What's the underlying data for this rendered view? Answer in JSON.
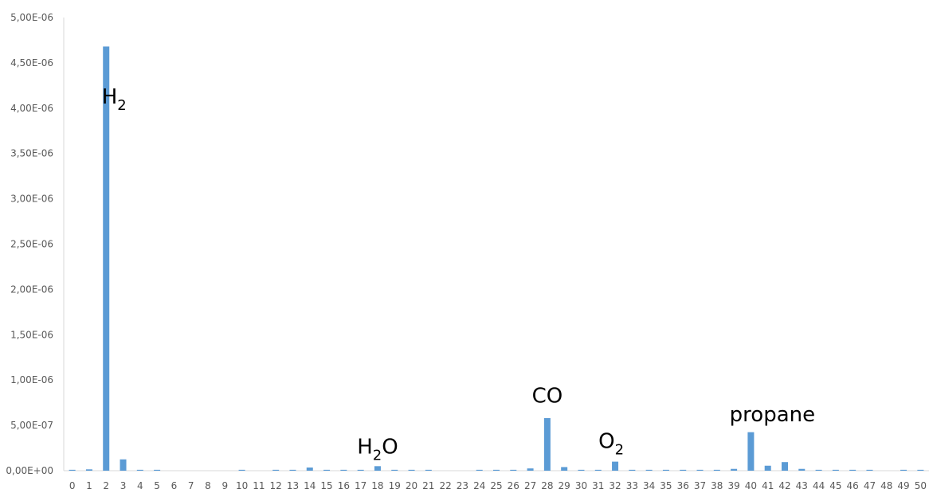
{
  "colors": {
    "bar": "#5b9bd5",
    "axis": "#d9d9d9",
    "tick_text": "#595959"
  },
  "chart_data": {
    "type": "bar",
    "title": "",
    "xlabel": "",
    "ylabel": "",
    "ylim": [
      0,
      5e-06
    ],
    "y_ticks": [
      0,
      5e-07,
      1e-06,
      1.5e-06,
      2e-06,
      2.5e-06,
      3e-06,
      3.5e-06,
      4e-06,
      4.5e-06,
      5e-06
    ],
    "y_tick_labels": [
      "0,00E+00",
      "5,00E-07",
      "1,00E-06",
      "1,50E-06",
      "2,00E-06",
      "2,50E-06",
      "3,00E-06",
      "3,50E-06",
      "4,00E-06",
      "4,50E-06",
      "5,00E-06"
    ],
    "grid": false,
    "legend": "none",
    "categories": [
      "0",
      "1",
      "2",
      "3",
      "4",
      "5",
      "6",
      "7",
      "8",
      "9",
      "10",
      "11",
      "12",
      "13",
      "14",
      "15",
      "16",
      "17",
      "18",
      "19",
      "20",
      "21",
      "22",
      "23",
      "24",
      "25",
      "26",
      "27",
      "28",
      "29",
      "30",
      "31",
      "32",
      "33",
      "34",
      "35",
      "36",
      "37",
      "38",
      "39",
      "40",
      "41",
      "42",
      "43",
      "44",
      "45",
      "46",
      "47",
      "48",
      "49",
      "50"
    ],
    "values": [
      1e-08,
      1.5e-08,
      4.68e-06,
      1.25e-07,
      1e-08,
      1e-08,
      0,
      0,
      0,
      0,
      1e-08,
      0,
      1e-08,
      1e-08,
      3.5e-08,
      1e-08,
      1e-08,
      1e-08,
      5e-08,
      1e-08,
      1e-08,
      1e-08,
      0,
      0,
      1e-08,
      1e-08,
      1e-08,
      2.5e-08,
      5.8e-07,
      4e-08,
      1e-08,
      1e-08,
      1e-07,
      1e-08,
      1e-08,
      1e-08,
      1e-08,
      1e-08,
      1e-08,
      2e-08,
      4.25e-07,
      5.5e-08,
      9.5e-08,
      2e-08,
      1e-08,
      1e-08,
      1e-08,
      1e-08,
      0,
      1e-08,
      1e-08
    ],
    "annotations": [
      {
        "name": "h2",
        "base": "H",
        "sub": "2",
        "tail": "",
        "category": "2",
        "value": 4.05e-06,
        "offset": 10
      },
      {
        "name": "h2o",
        "base": "H",
        "sub": "2",
        "tail": "O",
        "category": "18",
        "value": 1.9e-07,
        "offset": 0
      },
      {
        "name": "co",
        "base": "CO",
        "sub": "",
        "tail": "",
        "category": "28",
        "value": 7.5e-07,
        "offset": 0
      },
      {
        "name": "o2",
        "base": "O",
        "sub": "2",
        "tail": "",
        "category": "32",
        "value": 2.5e-07,
        "offset": -5
      },
      {
        "name": "propane",
        "base": "propane",
        "sub": "",
        "tail": "",
        "category": "40",
        "value": 5.45e-07,
        "offset": 27
      }
    ]
  }
}
